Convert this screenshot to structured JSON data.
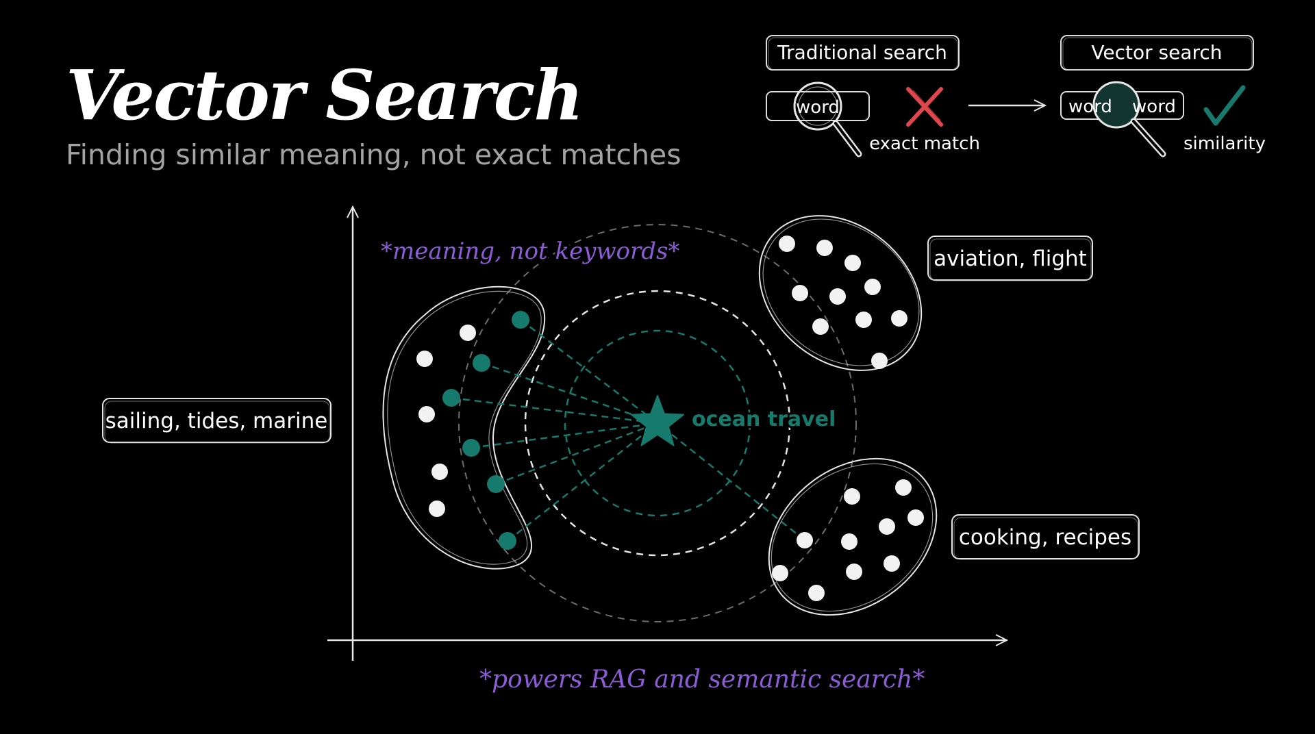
{
  "header": {
    "title": "Vector Search",
    "subtitle": "Finding similar meaning, not exact matches"
  },
  "comparison": {
    "traditional": {
      "label": "Traditional search",
      "word": "word",
      "result": "exact match"
    },
    "vector": {
      "label": "Vector search",
      "words": [
        "word",
        "word"
      ],
      "result": "similarity"
    }
  },
  "diagram": {
    "query_label": "ocean travel",
    "clusters": {
      "marine": "sailing, tides, marine",
      "aviation": "aviation, flight",
      "cooking": "cooking, recipes"
    },
    "annotations": {
      "top": "*meaning, not keywords*",
      "bottom": "*powers RAG and semantic search*"
    }
  },
  "colors": {
    "background": "#000000",
    "teal": "#167a6c",
    "violet": "#8b5cd6",
    "red": "#e0474c",
    "gray": "#a3a3a3"
  }
}
